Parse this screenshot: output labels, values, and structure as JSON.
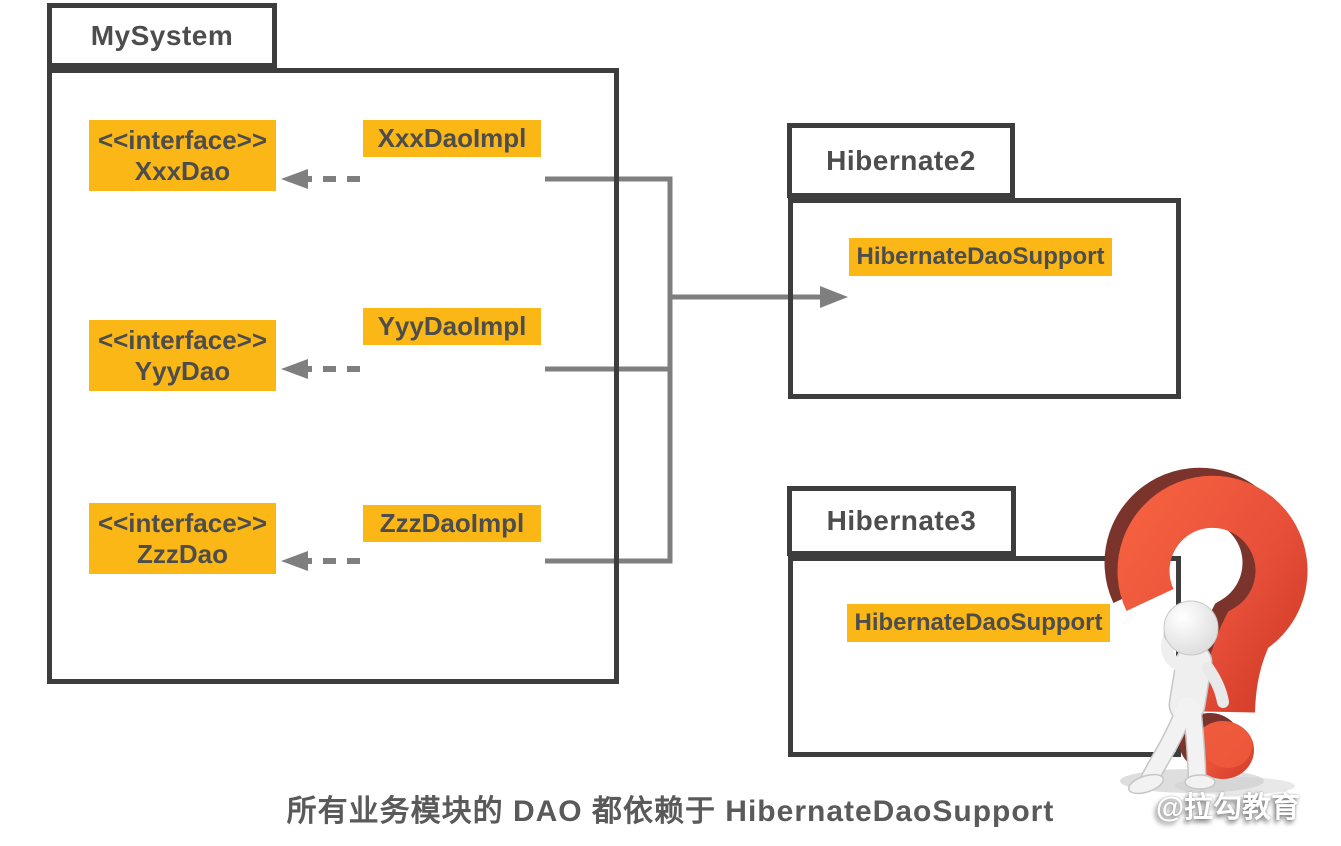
{
  "diagram": {
    "my_system": {
      "title": "MySystem",
      "interfaces": [
        {
          "stereotype": "<<interface>>",
          "name": "XxxDao"
        },
        {
          "stereotype": "<<interface>>",
          "name": "YyyDao"
        },
        {
          "stereotype": "<<interface>>",
          "name": "ZzzDao"
        }
      ],
      "implementations": [
        {
          "name": "XxxDaoImpl"
        },
        {
          "name": "YyyDaoImpl"
        },
        {
          "name": "ZzzDaoImpl"
        }
      ]
    },
    "packages": [
      {
        "title": "Hibernate2",
        "class_name": "HibernateDaoSupport"
      },
      {
        "title": "Hibernate3",
        "class_name": "HibernateDaoSupport"
      }
    ],
    "caption": "所有业务模块的 DAO 都依赖于 HibernateDaoSupport",
    "watermark": "@拉勾教育",
    "illustration": "thinking-person-with-red-question-mark"
  },
  "colors": {
    "accent_orange": "#FBB715",
    "border_dark": "#3D3D3D",
    "box_text": "#4D4D4D",
    "line_gray": "#7F7F7F",
    "caption_gray": "#5A5A5A",
    "question_red": "#E8503A",
    "question_red_dark": "#7B342B"
  }
}
